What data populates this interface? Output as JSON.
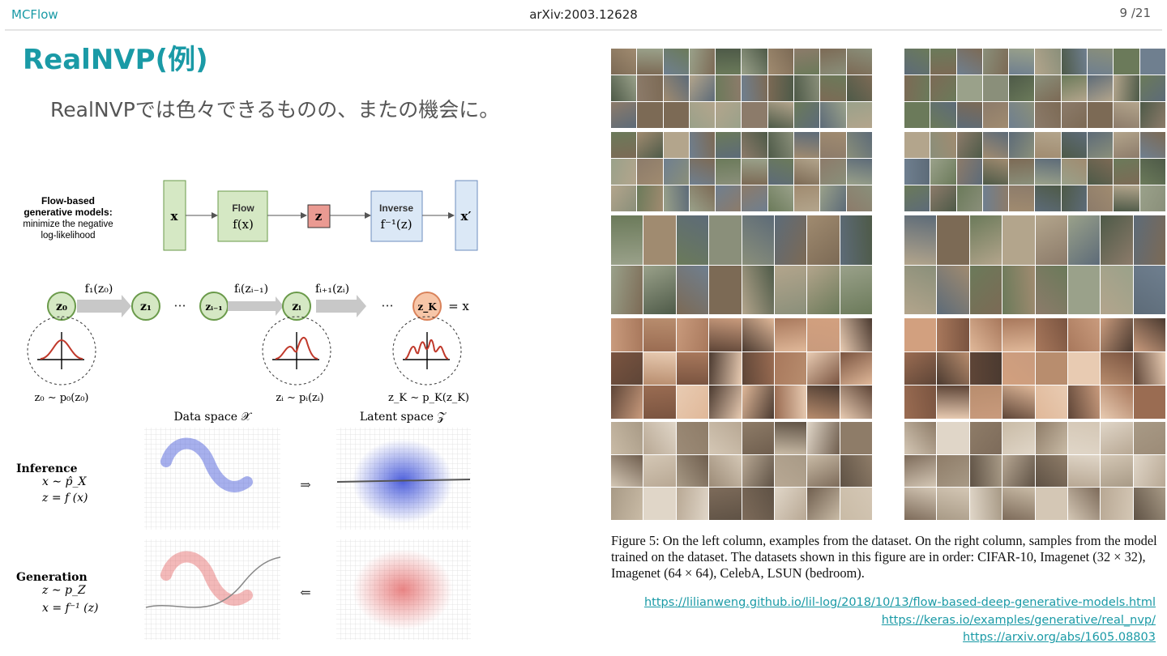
{
  "header": {
    "left": "MCFlow",
    "center": "arXiv:2003.12628",
    "page": "9 /21"
  },
  "slide": {
    "title": "RealNVP(例)",
    "subtitle": "RealNVPでは色々できるものの、またの機会に。"
  },
  "flow_diagram": {
    "title_lines": [
      "Flow-based",
      "generative models:"
    ],
    "desc_lines": [
      "minimize the negative",
      "log-likelihood"
    ],
    "x_box": "x",
    "flow_label": "Flow",
    "flow_fn": "f(x)",
    "z_box": "z",
    "inverse_label": "Inverse",
    "inverse_fn": "f⁻¹(z)",
    "xprime_box": "x′"
  },
  "chain_diagram": {
    "nodes": [
      "z₀",
      "z₁",
      "zᵢ₋₁",
      "zᵢ",
      "z_K"
    ],
    "dots": "···",
    "arrow_labels": [
      "f₁(z₀)",
      "fᵢ(zᵢ₋₁)",
      "fᵢ₊₁(zᵢ)"
    ],
    "equals_x": "= x",
    "dist_labels": [
      "z₀ ∼ p₀(z₀)",
      "zᵢ ∼ pᵢ(zᵢ)",
      "z_K ∼ p_K(z_K)"
    ]
  },
  "realnvp_figure": {
    "data_space": "Data space 𝒳",
    "latent_space": "Latent space 𝒵",
    "inference": {
      "label": "Inference",
      "eq1": "x ∼ p̂_X",
      "eq2": "z = f (x)",
      "arrow": "⇒"
    },
    "generation": {
      "label": "Generation",
      "eq1": "z ∼ p_Z",
      "eq2": "x = f⁻¹ (z)",
      "arrow": "⇐"
    }
  },
  "colors": {
    "accent": "#1a9aa6",
    "green_fill": "#d5e8c4",
    "green_stroke": "#6a9a4a",
    "blue_fill": "#dbe8f6",
    "blue_stroke": "#6c8ebf",
    "red_fill": "#f4a9a0"
  },
  "figure5_caption": "Figure 5: On the left column, examples from the dataset. On the right column, samples from the model trained on the dataset. The datasets shown in this figure are in order: CIFAR-10, Imagenet (32 × 32), Imagenet (64 × 64), CelebA, LSUN (bedroom).",
  "links": [
    "https://lilianweng.github.io/lil-log/2018/10/13/flow-based-deep-generative-models.html",
    "https://keras.io/examples/generative/real_nvp/",
    "https://arxiv.org/abs/1605.08803"
  ]
}
